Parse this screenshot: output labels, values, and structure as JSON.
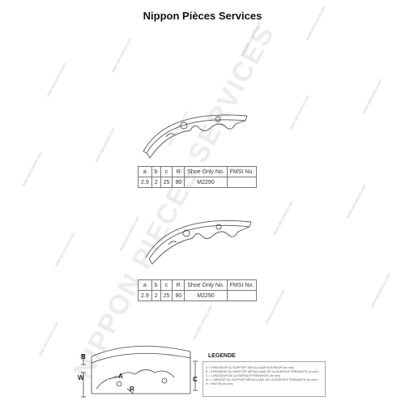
{
  "header": {
    "title": "Nippon Pièces Services"
  },
  "watermark": {
    "big_text": "NIPPON PIECES SERVICES",
    "small_text": "www.nps-pieces.com"
  },
  "spec_tables": [
    {
      "headers": [
        "a",
        "b",
        "c",
        "R",
        "Shoe Only No.",
        "FMSI No."
      ],
      "row": [
        "2.9",
        "2",
        "25",
        "90",
        "M2290",
        ""
      ]
    },
    {
      "headers": [
        "a",
        "b",
        "c",
        "R",
        "Shoe Only No.",
        "FMSI No."
      ],
      "row": [
        "2.9",
        "2",
        "25",
        "90",
        "M2290",
        ""
      ]
    }
  ],
  "diagram_labels": {
    "B": "B",
    "W": "W",
    "A": "A",
    "R": "R",
    "C": "C"
  },
  "legend": {
    "title": "LEGENDE",
    "items": [
      "A = EPAISSEUR DU SUPPORT METALLIQUE INTERIEUR (en mm)",
      "B = EPAISSEUR DU SUPPORT METALLIQUE DE LA SURFACE FREINANTE (en mm)",
      "C = LONGUEUR DE LA SURFACE FREINANTE (en mm)",
      "W = LARGEUR DU SUPPORT METALLIQUE DE LA SURFACE FREINANTE (en mm)",
      "R = RAYON (en mm)"
    ]
  }
}
